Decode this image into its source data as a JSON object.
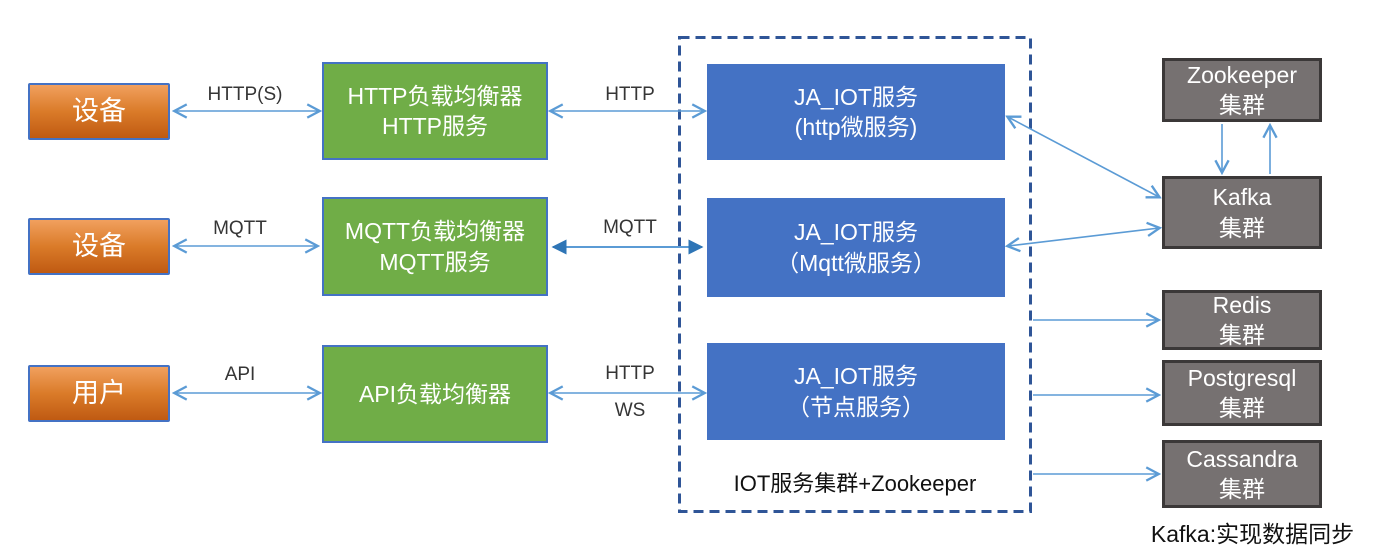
{
  "colors": {
    "orange-top": "#F1A05E",
    "orange-bottom": "#C05A12",
    "green": "#70AD47",
    "blue": "#4472C4",
    "gray": "#767171",
    "gray-border": "#3B3838",
    "node-border": "#4472C4",
    "arrow": "#5B9BD5",
    "arrow-filled": "#2E75B6",
    "dashed-border": "#2F5597"
  },
  "nodes": {
    "device_http": {
      "label": "设备"
    },
    "device_mqtt": {
      "label": "设备"
    },
    "user": {
      "label": "用户"
    },
    "http_lb": {
      "line1": "HTTP负载均衡器",
      "line2": "HTTP服务"
    },
    "mqtt_lb": {
      "line1": "MQTT负载均衡器",
      "line2": "MQTT服务"
    },
    "api_lb": {
      "line1": "API负载均衡器"
    },
    "iot_http": {
      "line1": "JA_IOT服务",
      "line2": "(http微服务)"
    },
    "iot_mqtt": {
      "line1": "JA_IOT服务",
      "line2": "（Mqtt微服务）"
    },
    "iot_node": {
      "line1": "JA_IOT服务",
      "line2": "（节点服务）"
    },
    "zookeeper": {
      "line1": "Zookeeper",
      "line2": "集群"
    },
    "kafka": {
      "line1": "Kafka",
      "line2": "集群"
    },
    "redis": {
      "line1": "Redis",
      "line2": "集群"
    },
    "postgresql": {
      "line1": "Postgresql",
      "line2": "集群"
    },
    "cassandra": {
      "line1": "Cassandra",
      "line2": "集群"
    }
  },
  "cluster": {
    "label": "IOT服务集群+Zookeeper"
  },
  "edge_labels": {
    "https": "HTTP(S)",
    "http_row1": "HTTP",
    "mqtt_left": "MQTT",
    "mqtt_mid": "MQTT",
    "api": "API",
    "http_row3": "HTTP",
    "ws": "WS"
  },
  "footnote": "Kafka:实现数据同步"
}
